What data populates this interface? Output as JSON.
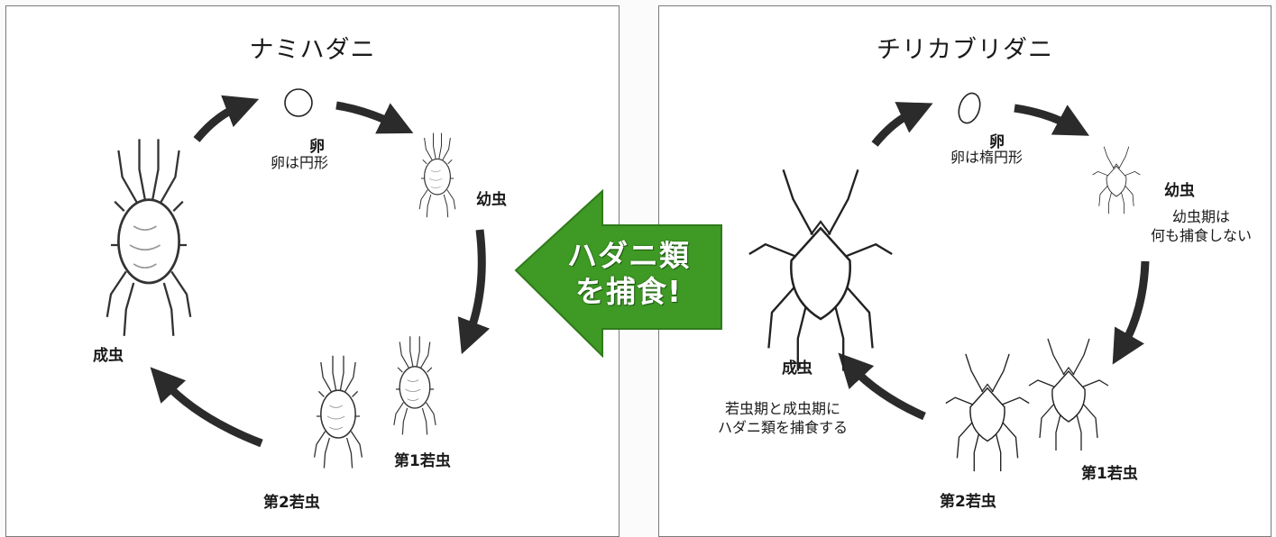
{
  "left_panel": {
    "title": "ナミハダニ",
    "egg": {
      "label": "卵",
      "note": "卵は円形"
    },
    "larva": {
      "label": "幼虫"
    },
    "nymph1": {
      "label": "第1若虫"
    },
    "nymph2": {
      "label": "第2若虫"
    },
    "adult": {
      "label": "成虫"
    }
  },
  "right_panel": {
    "title": "チリカブリダニ",
    "egg": {
      "label": "卵",
      "note": "卵は楕円形"
    },
    "larva": {
      "label": "幼虫",
      "note_line1": "幼虫期は",
      "note_line2": "何も捕食しない"
    },
    "nymph1": {
      "label": "第1若虫"
    },
    "nymph2": {
      "label": "第2若虫"
    },
    "adult": {
      "label": "成虫"
    },
    "predation_note_line1": "若虫期と成虫期に",
    "predation_note_line2": "ハダニ類を捕食する"
  },
  "callout": {
    "line1": "ハダニ類",
    "line2": "を捕食!"
  },
  "colors": {
    "arrow": "#2b2b2b",
    "callout_green": "#3f9a25",
    "panel_border": "#7a7a7a"
  }
}
